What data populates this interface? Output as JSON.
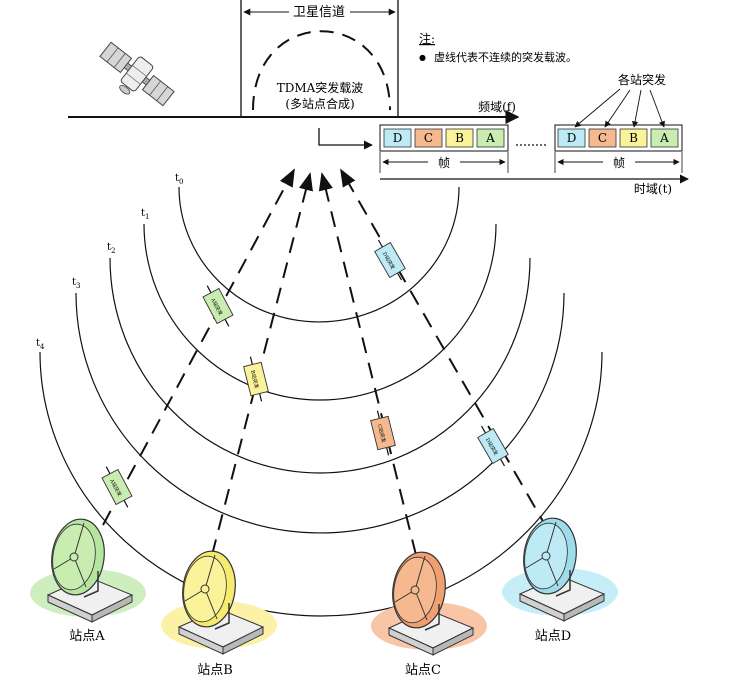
{
  "channel": {
    "label": "卫星信道"
  },
  "note": {
    "title": "注:",
    "bullet": "●",
    "text": "虚线代表不连续的突发载波。"
  },
  "carrier": {
    "line1": "TDMA突发载波",
    "line2": "(多站点合成)"
  },
  "axes": {
    "freq": "频域(f)",
    "time": "时域(t)"
  },
  "bursts_label": "各站突发",
  "frames": [
    {
      "label": "帧",
      "slots": [
        "D",
        "C",
        "B",
        "A"
      ]
    },
    {
      "label": "帧",
      "slots": [
        "D",
        "C",
        "B",
        "A"
      ]
    }
  ],
  "time_marks": [
    {
      "base": "t",
      "sub": "0"
    },
    {
      "base": "t",
      "sub": "1"
    },
    {
      "base": "t",
      "sub": "2"
    },
    {
      "base": "t",
      "sub": "3"
    },
    {
      "base": "t",
      "sub": "4"
    }
  ],
  "burst_text": {
    "A": "A站突发",
    "B": "B站突发",
    "C": "C站突发",
    "D": "D站突发"
  },
  "stations": [
    {
      "id": "A",
      "label": "站点A"
    },
    {
      "id": "B",
      "label": "站点B"
    },
    {
      "id": "C",
      "label": "站点C"
    },
    {
      "id": "D",
      "label": "站点D"
    }
  ],
  "colors": {
    "A": "#c9ecb0",
    "B": "#fbf39a",
    "C": "#f6b98f",
    "D": "#bdeaf5",
    "A_halo": "#cfeec0",
    "B_halo": "#fbf2a8",
    "C_halo": "#f8c6a6",
    "D_halo": "#c6eef8"
  }
}
